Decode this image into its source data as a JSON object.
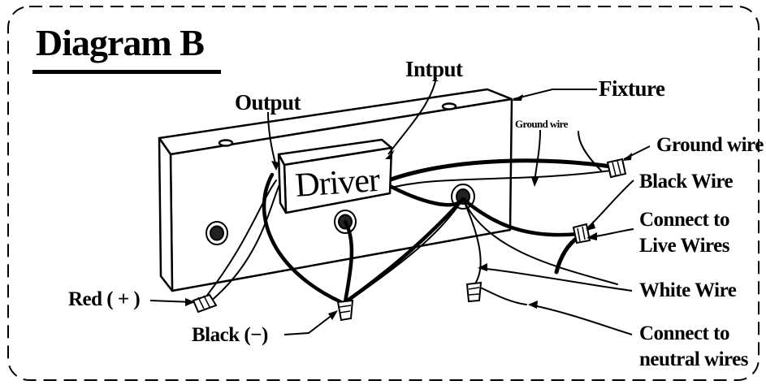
{
  "title": "Diagram B",
  "labels": {
    "driver": "Driver",
    "input": "Intput",
    "output": "Output",
    "fixture": "Fixture",
    "ground_wire_small": "Ground wire",
    "ground_wire": "Ground wire",
    "black_wire": "Black  Wire",
    "connect_live_1": "Connect to",
    "connect_live_2": "Live Wires",
    "white_wire": "White Wire",
    "connect_neutral_1": "Connect to",
    "connect_neutral_2": "neutral wires",
    "red_plus": "Red ( + )",
    "black_minus": "Black (−)"
  }
}
